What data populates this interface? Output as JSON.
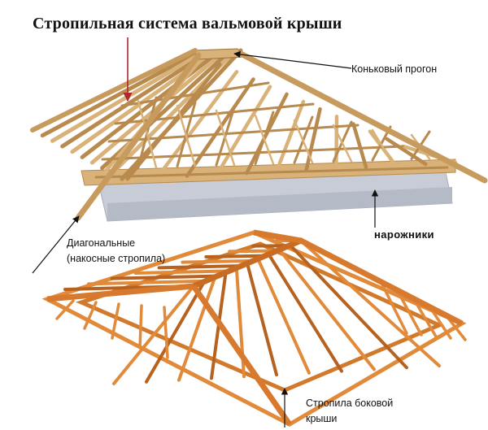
{
  "title": "Стропильная система вальмовой крыши",
  "labels": {
    "ridge_purlin": "Коньковый прогон",
    "jack_rafters": "нарожники",
    "diagonal_line1": "Диагональные",
    "diagonal_line2": "(накосные стропила)",
    "side_rafters_line1": "Стропила боковой",
    "side_rafters_line2": "крыши"
  },
  "colors": {
    "upper_wood": "#d9b27a",
    "upper_wood_dark": "#b88a4e",
    "lower_wood": "#e08a3a",
    "lower_wood_dark": "#b8621f",
    "wall": "#c7ccd6",
    "red_arrow": "#b3262e",
    "arrow": "#111111"
  }
}
